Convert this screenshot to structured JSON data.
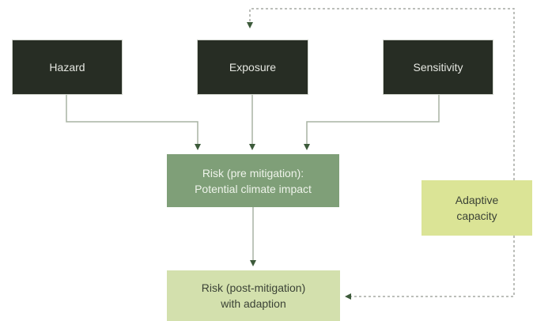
{
  "diagram": {
    "nodes": {
      "hazard": "Hazard",
      "exposure": "Exposure",
      "sensitivity": "Sensitivity",
      "risk_pre_line1": "Risk (pre mitigation):",
      "risk_pre_line2": "Potential climate impact",
      "risk_post_line1": "Risk (post-mitigation)",
      "risk_post_line2": "with adaption",
      "adaptive_line1": "Adaptive",
      "adaptive_line2": "capacity"
    },
    "edges": [
      {
        "from": "hazard",
        "to": "risk_pre",
        "style": "solid"
      },
      {
        "from": "exposure",
        "to": "risk_pre",
        "style": "solid"
      },
      {
        "from": "sensitivity",
        "to": "risk_pre",
        "style": "solid"
      },
      {
        "from": "risk_pre",
        "to": "risk_post",
        "style": "solid"
      },
      {
        "from": "adaptive_capacity",
        "to": "exposure",
        "style": "dotted"
      },
      {
        "from": "adaptive_capacity",
        "to": "risk_post",
        "style": "dotted"
      }
    ],
    "colors": {
      "dark_box": "#272d24",
      "risk_pre": "#7f9f78",
      "risk_post": "#d3e0ad",
      "adaptive": "#dbe496",
      "arrow": "#3c5a3a",
      "line": "#a9b3a4"
    }
  }
}
